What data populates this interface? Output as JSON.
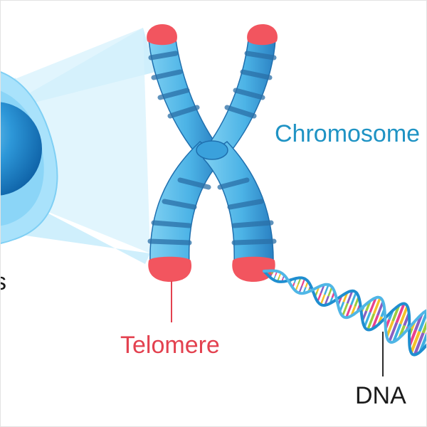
{
  "labels": {
    "cell": "s",
    "chromosome": "Chromosome",
    "telomere": "Telomere",
    "dna": "DNA"
  },
  "colors": {
    "cell_label": "#1b1b1b",
    "chromosome_label": "#1f93c4",
    "telomere_label": "#e3414f",
    "dna_label": "#1b1b1b",
    "chromatid_light": "#7fd0f2",
    "chromatid_base": "#4cb3e6",
    "chromatid_dark": "#2a80c2",
    "chromatid_band": "#2a6fa7",
    "telomere_cap": "#f2555f",
    "cell_outer": "#a9e2fb",
    "cell_inner": "#1d88cf",
    "zoom_wedge": "#c7ecfb",
    "dna_backbone": "#1f8ed0",
    "base_pair_colors": [
      "#e9408e",
      "#f3c12a",
      "#8a5fc2",
      "#3fb0e0",
      "#9ccc3f"
    ]
  }
}
